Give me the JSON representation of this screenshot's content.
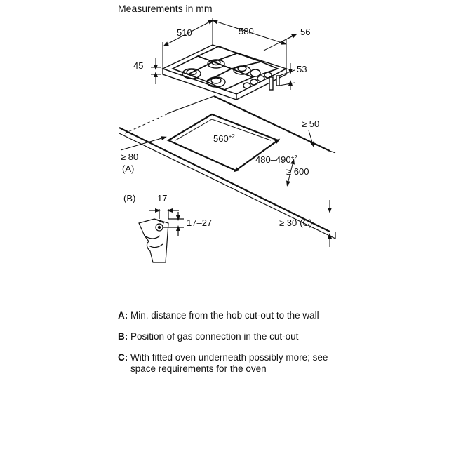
{
  "title": "Measurements in mm",
  "dimensions": {
    "width_510": "510",
    "width_580": "580",
    "d_56": "56",
    "d_45": "45",
    "d_53": "53",
    "min_50": "≥ 50",
    "cutout_560": "560",
    "cutout_560_tol": "+2",
    "cutout_480_490": "480–490",
    "cutout_480_490_tol": "+2",
    "min_80": "≥ 80",
    "label_A": "(A)",
    "min_600": "≥ 600",
    "label_B": "(B)",
    "d_17": "17",
    "d_17_27": "17–27",
    "min_30": "≥ 30",
    "label_C": "(C)"
  },
  "notes": [
    {
      "key": "A:",
      "text": "Min. distance from the hob cut-out to the wall"
    },
    {
      "key": "B:",
      "text": "Position of gas connection in the cut-out"
    },
    {
      "key": "C:",
      "text": "With fitted oven underneath possibly more; see space requirements for the oven"
    }
  ]
}
